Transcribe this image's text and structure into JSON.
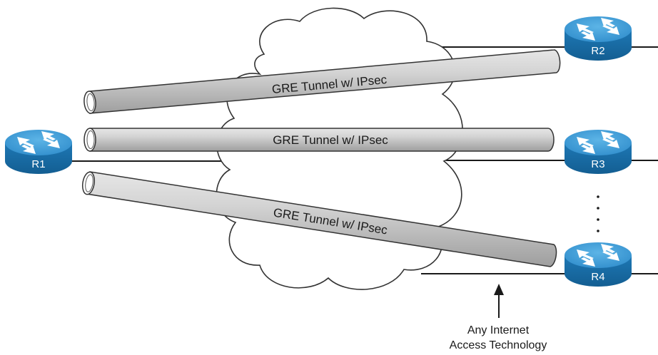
{
  "routers": [
    {
      "id": "r1",
      "label": "R1"
    },
    {
      "id": "r2",
      "label": "R2"
    },
    {
      "id": "r3",
      "label": "R3"
    },
    {
      "id": "r4",
      "label": "R4"
    }
  ],
  "tunnels": [
    {
      "id": "r1-r2",
      "label": "GRE Tunnel w/ IPsec"
    },
    {
      "id": "r1-r3",
      "label": "GRE Tunnel w/ IPsec"
    },
    {
      "id": "r1-r4",
      "label": "GRE Tunnel w/ IPsec"
    }
  ],
  "caption": {
    "line1": "Any Internet",
    "line2": "Access Technology"
  },
  "colors": {
    "router_fill": "#1f7fbf",
    "router_top": "#4aa6db",
    "router_side": "#16679d",
    "tunnel_fill": "#c8c8c8",
    "tunnel_stroke": "#333333",
    "cloud_stroke": "#333333",
    "line": "#1a1a1a"
  }
}
